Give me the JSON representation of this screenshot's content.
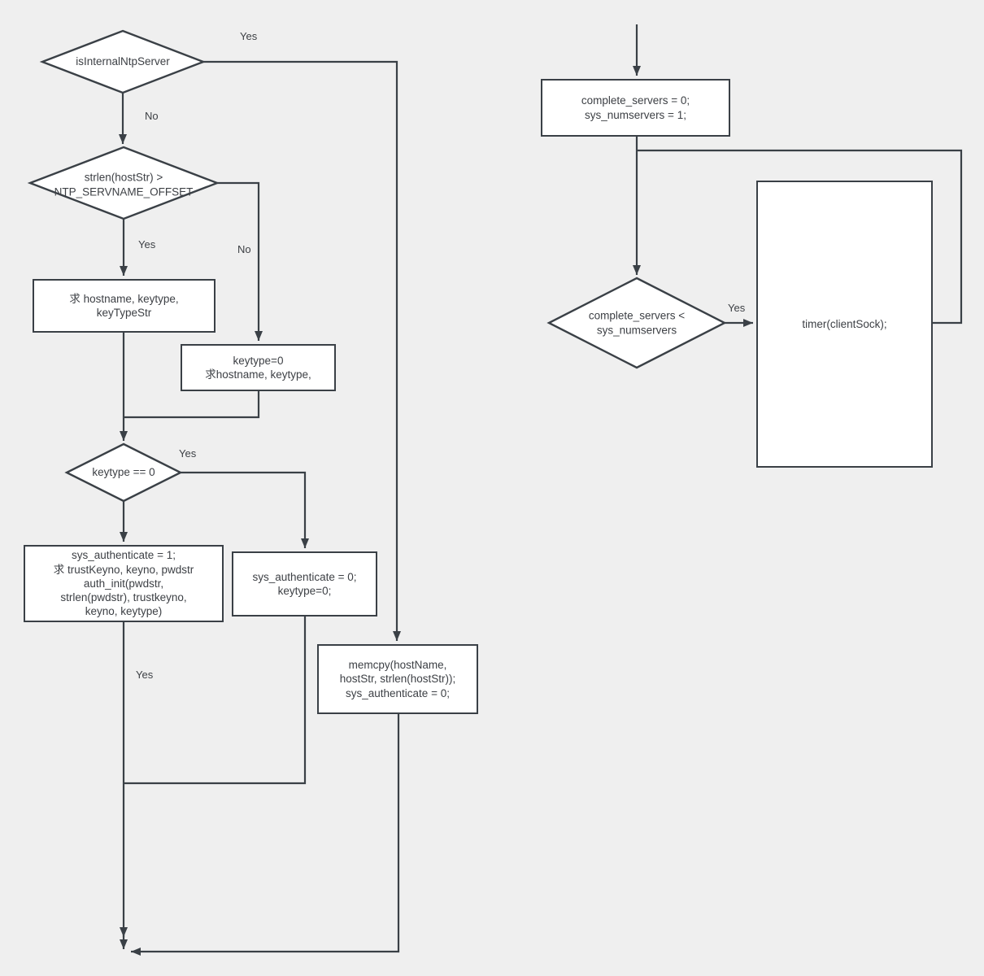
{
  "diagram": {
    "type": "flowchart",
    "colors": {
      "background": "#efefef",
      "node_fill": "#ffffff",
      "line": "#3a4046",
      "text": "#3d4045"
    },
    "nodes": [
      {
        "id": "is-internal-ntp-server",
        "shape": "decision",
        "label": "isInternalNtpServer"
      },
      {
        "id": "strlen-check",
        "shape": "decision",
        "label": "strlen(hostStr) >\nNTP_SERVNAME_OFFSET"
      },
      {
        "id": "get-hostname-keytype",
        "shape": "process",
        "label": "求 hostname, keytype,\nkeyTypeStr"
      },
      {
        "id": "keytype-zero-get-hostname",
        "shape": "process",
        "label": "keytype=0\n求hostname, keytype,"
      },
      {
        "id": "keytype-equals-zero",
        "shape": "decision",
        "label": "keytype == 0"
      },
      {
        "id": "auth-init",
        "shape": "process",
        "label": "sys_authenticate = 1;\n求 trustKeyno, keyno, pwdstr\nauth_init(pwdstr,\nstrlen(pwdstr), trustkeyno,\nkeyno, keytype)"
      },
      {
        "id": "sys-auth-zero",
        "shape": "process",
        "label": "sys_authenticate = 0;\nkeytype=0;"
      },
      {
        "id": "memcpy-hostname",
        "shape": "process",
        "label": "memcpy(hostName,\nhostStr, strlen(hostStr));\nsys_authenticate = 0;"
      },
      {
        "id": "init-servers",
        "shape": "process",
        "label": "complete_servers = 0;\nsys_numservers = 1;"
      },
      {
        "id": "servers-loop-check",
        "shape": "decision",
        "label": "complete_servers <\nsys_numservers"
      },
      {
        "id": "timer-clientsock",
        "shape": "process",
        "label": "timer(clientSock);"
      }
    ],
    "edge_labels": [
      {
        "edge": "is-internal-ntp-server:yes",
        "text": "Yes"
      },
      {
        "edge": "is-internal-ntp-server:no",
        "text": "No"
      },
      {
        "edge": "strlen-check:yes",
        "text": "Yes"
      },
      {
        "edge": "strlen-check:no",
        "text": "No"
      },
      {
        "edge": "keytype-equals-zero:yes",
        "text": "Yes"
      },
      {
        "edge": "auth-init:down",
        "text": "Yes"
      },
      {
        "edge": "servers-loop-check:yes",
        "text": "Yes"
      }
    ]
  }
}
